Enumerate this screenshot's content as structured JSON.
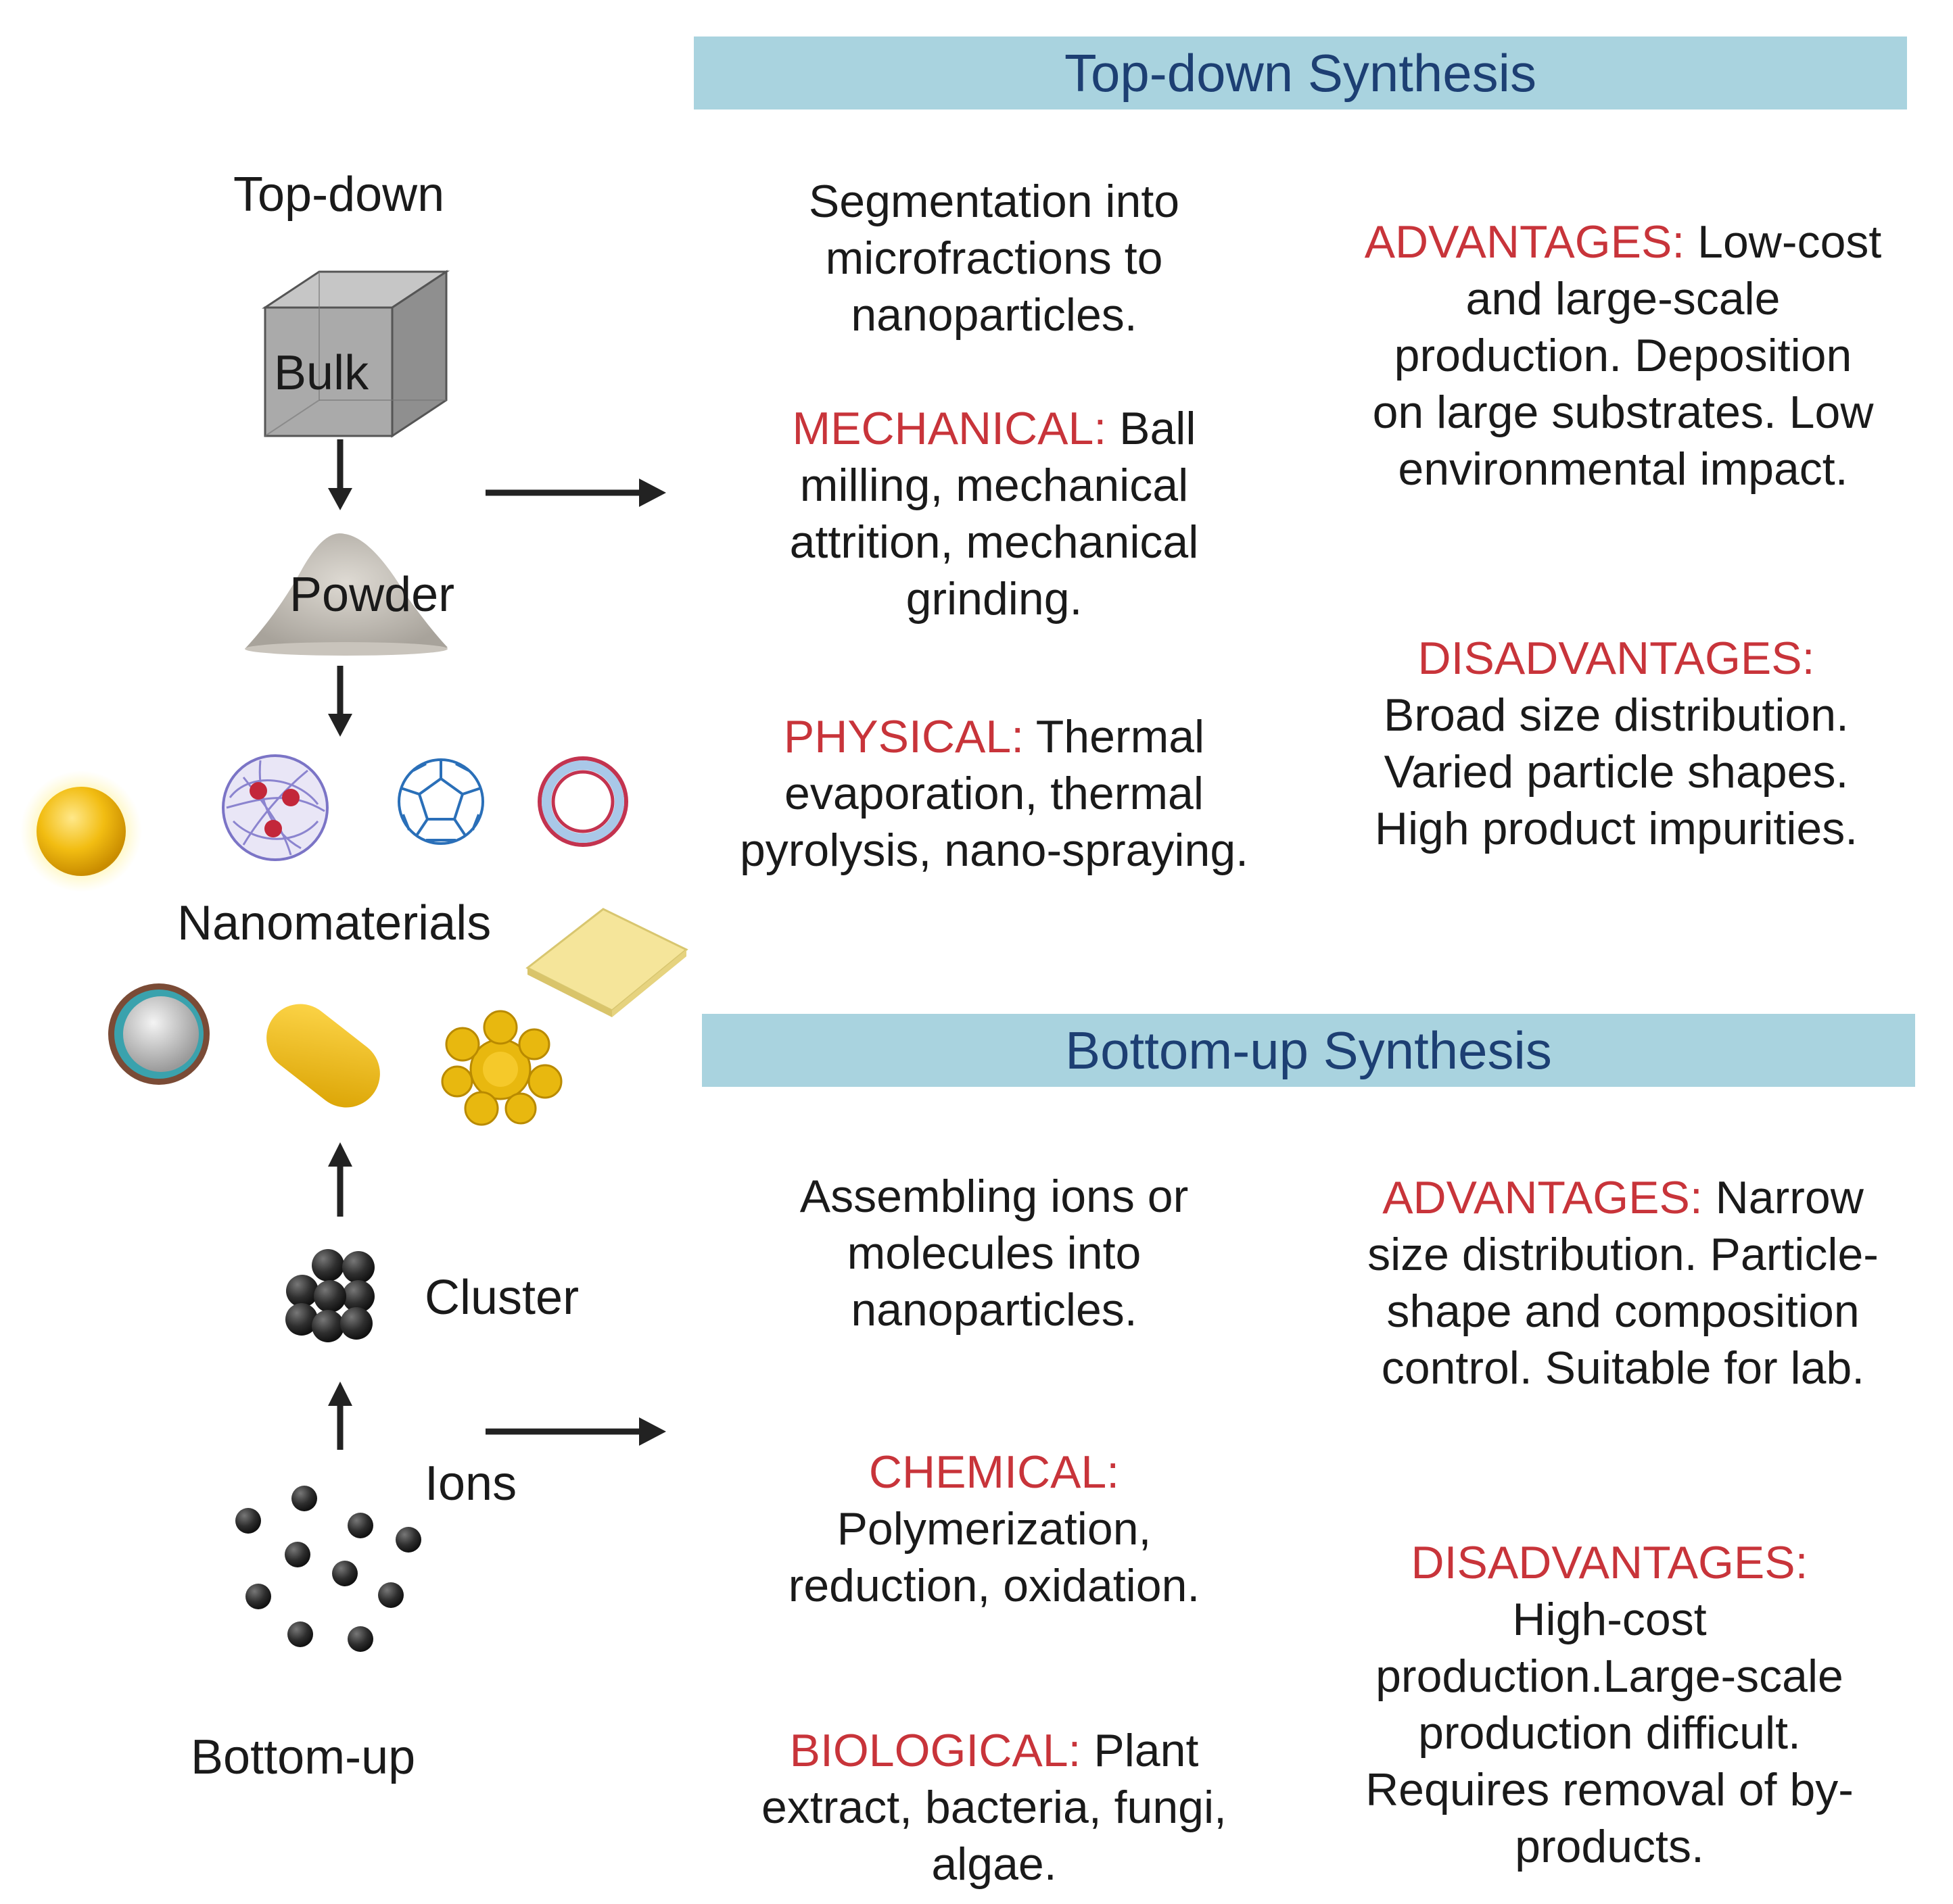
{
  "left": {
    "top_down_label": "Top-down",
    "bulk_label": "Bulk",
    "powder_label": "Powder",
    "nanomaterials_label": "Nanomaterials",
    "cluster_label": "Cluster",
    "ions_label": "Ions",
    "bottom_up_label": "Bottom-up"
  },
  "top_down": {
    "banner": "Top-down Synthesis",
    "description": [
      "Segmentation into",
      "microfractions to",
      "nanoparticles."
    ],
    "mechanical": {
      "keyword": "MECHANICAL:",
      "lines": [
        " Ball",
        "milling, mechanical",
        "attrition, mechanical",
        "grinding."
      ]
    },
    "physical": {
      "keyword": "PHYSICAL:",
      "lines": [
        " Thermal",
        "evaporation, thermal",
        "pyrolysis, nano-spraying."
      ]
    },
    "advantages": {
      "keyword": "ADVANTAGES:",
      "lines": [
        " Low-cost",
        "and large-scale",
        "production. Deposition",
        "on large substrates. Low",
        "environmental impact."
      ]
    },
    "disadvantages": {
      "keyword": "DISADVANTAGES:",
      "lines": [
        "Broad size distribution.",
        "Varied particle shapes.",
        "High product impurities."
      ]
    }
  },
  "bottom_up": {
    "banner": "Bottom-up Synthesis",
    "description": [
      "Assembling ions or",
      "molecules into",
      "nanoparticles."
    ],
    "chemical": {
      "keyword": "CHEMICAL:",
      "lines": [
        "Polymerization,",
        "reduction, oxidation."
      ]
    },
    "biological": {
      "keyword": "BIOLOGICAL:",
      "lines": [
        " Plant",
        "extract, bacteria, fungi,",
        "algae."
      ]
    },
    "advantages": {
      "keyword": "ADVANTAGES:",
      "lines": [
        " Narrow",
        "size distribution. Particle-",
        "shape and composition",
        "control. Suitable for lab."
      ]
    },
    "disadvantages": {
      "keyword": "DISADVANTAGES:",
      "lines": [
        "High-cost",
        "production.Large-scale",
        "production difficult.",
        "Requires removal of by-",
        "products."
      ]
    }
  },
  "colors": {
    "banner_bg": "#a9d3df",
    "banner_text": "#1d3f73",
    "keyword_red": "#c8343a",
    "text": "#1a1a1a"
  }
}
